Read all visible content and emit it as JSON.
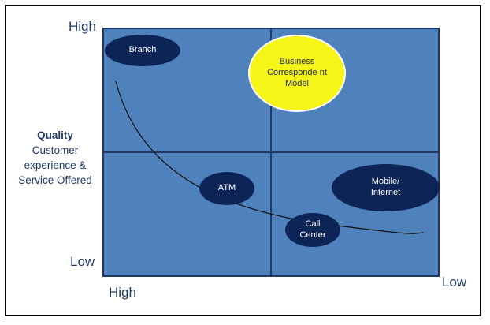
{
  "diagram": {
    "axes": {
      "y_top": "High",
      "y_bottom": "Low",
      "x_left": "High",
      "x_right": "Low",
      "y_title": {
        "line1": "Quality",
        "line2": "Customer",
        "line3": "experience &",
        "line4": "Service Offered"
      }
    },
    "channels": {
      "branch": "Branch",
      "business_correspondent": "Business Corresponde nt Model",
      "atm": "ATM",
      "mobile_internet": "Mobile/ Internet",
      "call_center": "Call Center"
    },
    "colors": {
      "grid_fill": "#4f81bd",
      "grid_lines": "#1f3864",
      "channel_fill": "#0d2456",
      "highlight_fill": "#f5f518",
      "curve": "#111111"
    }
  }
}
